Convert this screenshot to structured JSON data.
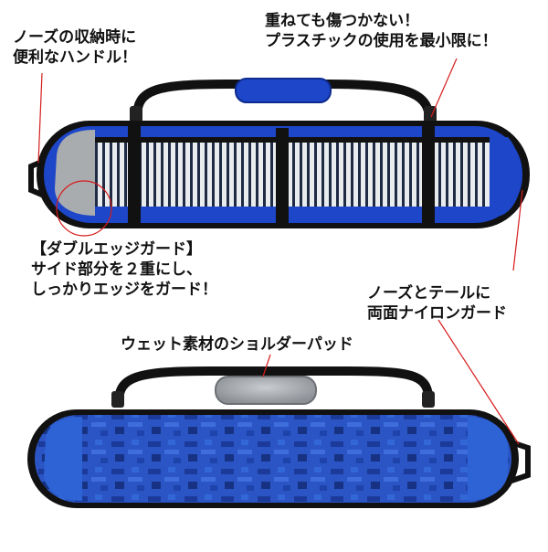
{
  "annotations": {
    "handle": [
      "ノーズの収納時に",
      "便利なハンドル！"
    ],
    "plastic": [
      "重ねても傷つかない！",
      "プラスチックの使用を最小限に！"
    ],
    "double_edge": [
      "【ダブルエッジガード】",
      "サイド部分を２重にし、",
      "しっかりエッジをガード！"
    ],
    "nylon": [
      "ノーズとテールに",
      "両面ナイロンガード"
    ],
    "shoulder_pad": "ウェット素材のショルダーパッド"
  },
  "colors": {
    "blue": "#1d46c8",
    "blue_dark": "#0e2c8f",
    "black": "#111111",
    "gray_pad": "#a9acaf",
    "stripe_light": "#e9ecef",
    "stripe_dark": "#1f2a44",
    "camo_blue": "#2b55c4",
    "callout_red": "#d61c1c"
  }
}
